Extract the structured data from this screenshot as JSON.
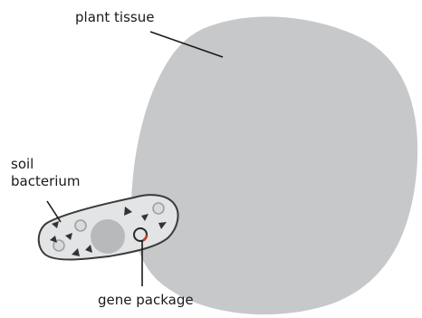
{
  "labels": {
    "plant_tissue": "plant tissue",
    "soil_bacterium_line1": "soil",
    "soil_bacterium_line2": "bacterium",
    "gene_package": "gene package"
  },
  "colors": {
    "plant_tissue_fill": "#c6c8ca",
    "bacterium_fill": "#e3e4e5",
    "bacterium_outline": "#3b3b3b",
    "nucleoid_fill": "#b7b9bb",
    "plasmid_fill": "#d9dadb",
    "plasmid_outline": "#9ea0a2",
    "gene_highlight": "#c0392b",
    "leader_line": "#1a1a1a"
  }
}
